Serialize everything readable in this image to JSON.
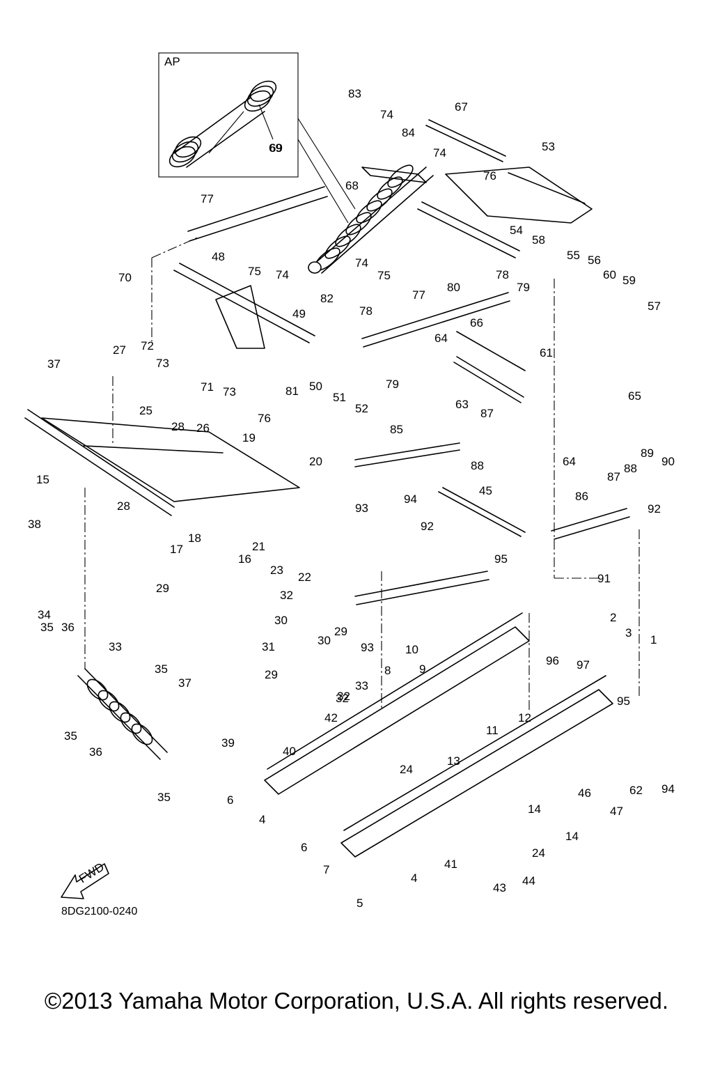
{
  "inset": {
    "label": "AP",
    "part": "69"
  },
  "fwd_label": "FWD",
  "figure_code": "8DG2100-0240",
  "copyright": "©2013 Yamaha Motor Corporation, U.S.A. All rights reserved.",
  "callouts": [
    "1",
    "2",
    "3",
    "4",
    "4",
    "5",
    "6",
    "6",
    "7",
    "8",
    "9",
    "10",
    "11",
    "12",
    "13",
    "14",
    "14",
    "15",
    "16",
    "17",
    "18",
    "19",
    "20",
    "21",
    "22",
    "23",
    "24",
    "24",
    "25",
    "26",
    "27",
    "28",
    "28",
    "29",
    "29",
    "29",
    "30",
    "30",
    "31",
    "32",
    "32",
    "32",
    "33",
    "33",
    "34",
    "35",
    "35",
    "35",
    "35",
    "36",
    "36",
    "37",
    "37",
    "38",
    "39",
    "40",
    "41",
    "42",
    "43",
    "44",
    "45",
    "46",
    "47",
    "48",
    "49",
    "50",
    "51",
    "52",
    "53",
    "54",
    "55",
    "56",
    "57",
    "58",
    "59",
    "60",
    "61",
    "62",
    "63",
    "64",
    "64",
    "65",
    "66",
    "67",
    "68",
    "69",
    "70",
    "71",
    "72",
    "73",
    "73",
    "74",
    "74",
    "74",
    "74",
    "75",
    "75",
    "76",
    "76",
    "77",
    "77",
    "78",
    "78",
    "79",
    "79",
    "80",
    "81",
    "82",
    "83",
    "84",
    "85",
    "86",
    "87",
    "87",
    "88",
    "88",
    "89",
    "90",
    "91",
    "92",
    "92",
    "93",
    "93",
    "94",
    "94",
    "95",
    "95",
    "96",
    "97"
  ]
}
